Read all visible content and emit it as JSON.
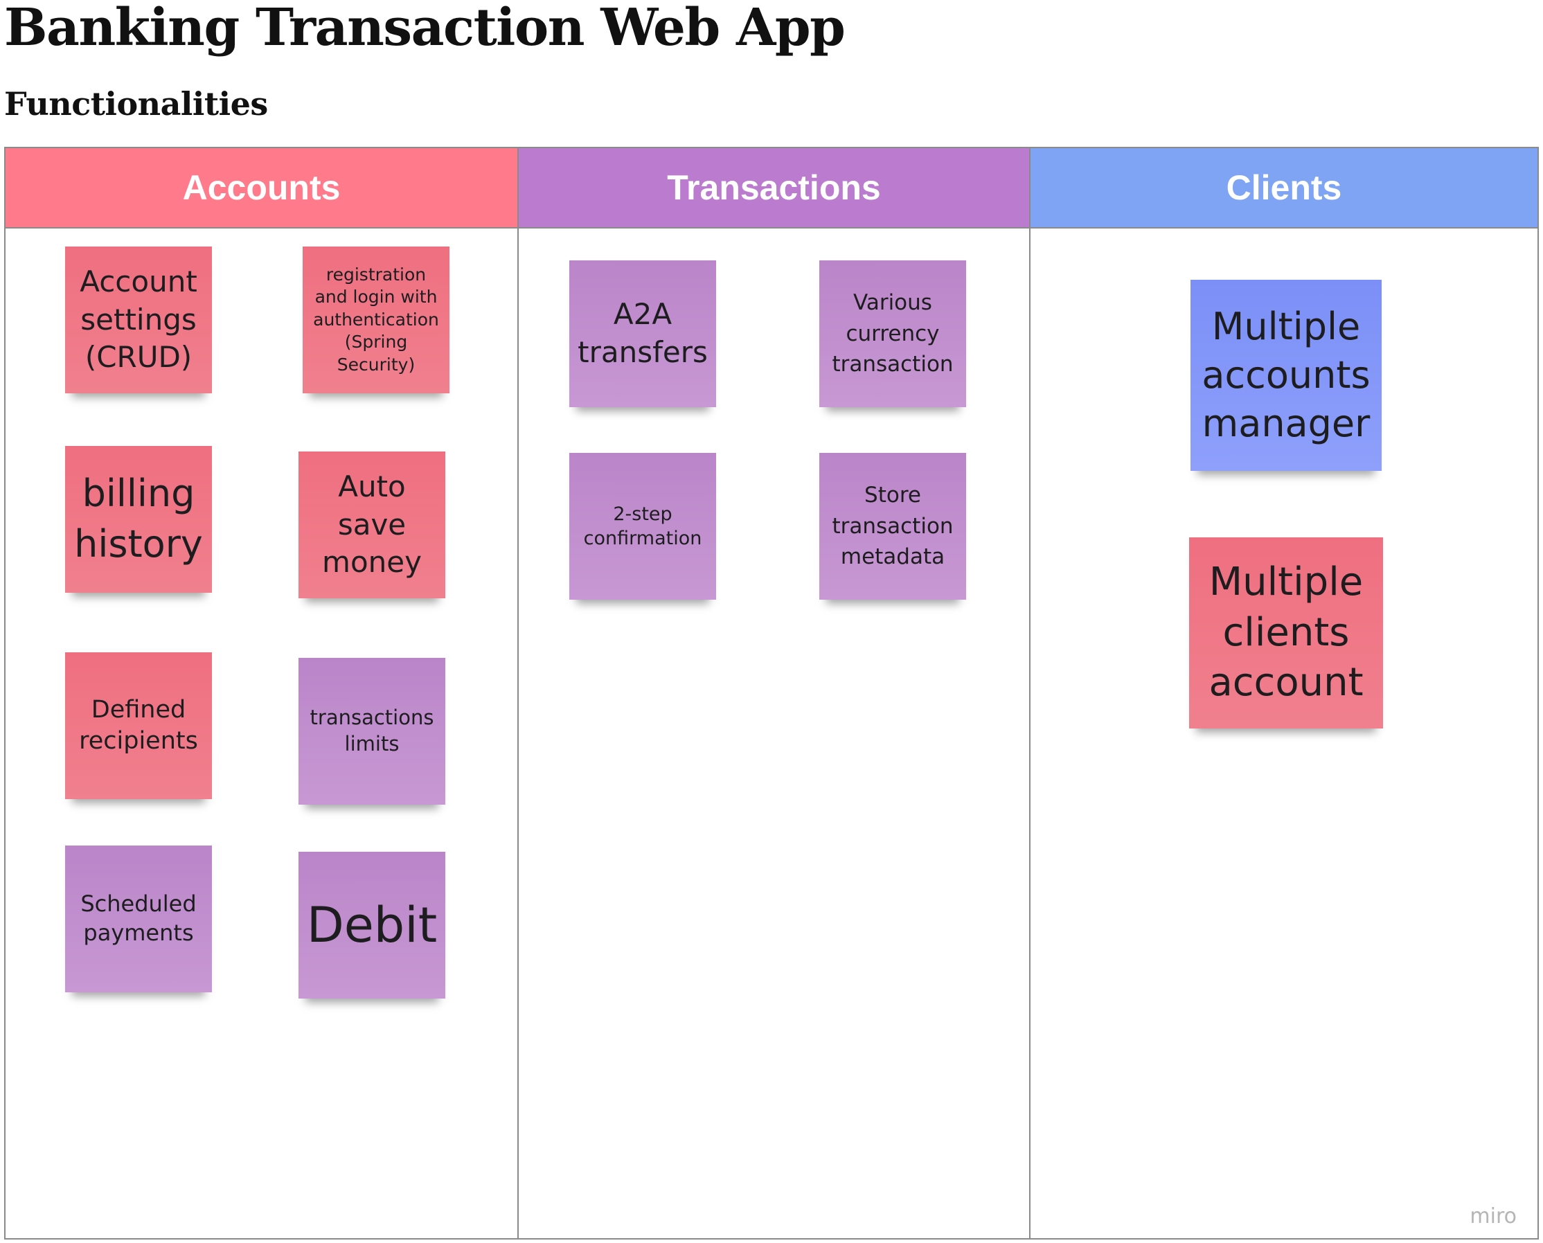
{
  "page": {
    "title": "Banking Transaction Web App",
    "subtitle": "Functionalities"
  },
  "columns": [
    {
      "header": "Accounts",
      "color": "#ff7b8c"
    },
    {
      "header": "Transactions",
      "color": "#bb7bcf"
    },
    {
      "header": "Clients",
      "color": "#7ea4f3"
    }
  ],
  "notes": {
    "account_settings": "Account settings (CRUD)",
    "registration": "registration and login with authentication (Spring Security)",
    "billing_history": "billing history",
    "auto_save": "Auto save money",
    "defined_recipients": "Defined recipients",
    "transactions_limits": "transactions limits",
    "scheduled_payments": "Scheduled payments",
    "debit": "Debit",
    "a2a_transfers": "A2A transfers",
    "various_currency": "Various currency transaction",
    "two_step": "2-step confirmation",
    "store_metadata": "Store transaction metadata",
    "multiple_accounts_manager": "Multiple accounts manager",
    "multiple_clients_account": "Multiple clients account"
  },
  "note_colors": {
    "red": "#ef6f80",
    "purple": "#bb85c9",
    "blue": "#7b8ff7"
  },
  "watermark": "miro"
}
